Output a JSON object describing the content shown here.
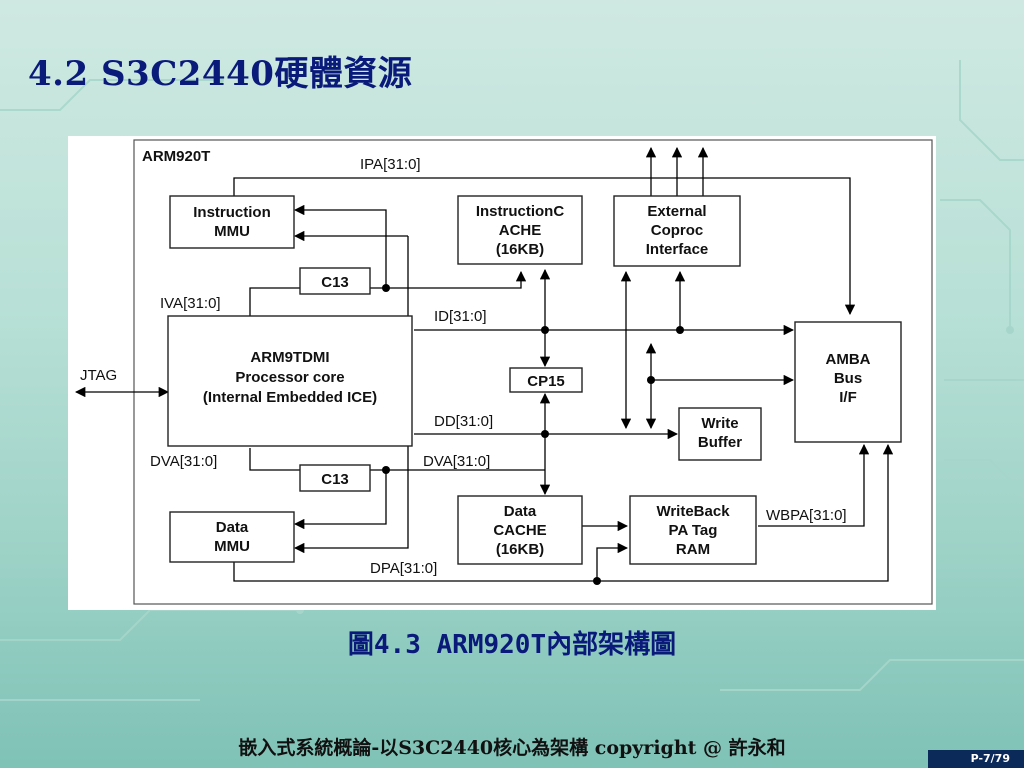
{
  "slide": {
    "title": "4.2 S3C2440硬體資源",
    "caption": "圖4.3  ARM920T內部架構圖",
    "footer": "嵌入式系統概論-以S3C2440核心為架構 copyright @ 許永和",
    "page": "P-7/79"
  },
  "diagram": {
    "frame_label": "ARM920T",
    "blocks": {
      "instruction_mmu": [
        "Instruction",
        "MMU"
      ],
      "instruction_cache": [
        "InstructionC",
        "ACHE",
        "(16KB)"
      ],
      "external_coproc": [
        "External",
        "Coproc",
        "Interface"
      ],
      "c13_top": "C13",
      "c13_bottom": "C13",
      "core": [
        "ARM9TDMI",
        "Processor core",
        "(Internal Embedded ICE)"
      ],
      "cp15": "CP15",
      "amba": [
        "AMBA",
        "Bus",
        "I/F"
      ],
      "write_buffer": [
        "Write",
        "Buffer"
      ],
      "data_cache": [
        "Data",
        "CACHE",
        "(16KB)"
      ],
      "writeback": [
        "WriteBack",
        "PA Tag",
        "RAM"
      ],
      "data_mmu": [
        "Data",
        "MMU"
      ]
    },
    "signals": {
      "ipa": "IPA[31:0]",
      "iva": "IVA[31:0]",
      "id": "ID[31:0]",
      "jtag": "JTAG",
      "dd": "DD[31:0]",
      "dva_left": "DVA[31:0]",
      "dva_right": "DVA[31:0]",
      "wbpa": "WBPA[31:0]",
      "dpa": "DPA[31:0]"
    }
  },
  "colors": {
    "title": "#0a1a7a",
    "background": "#b8e0d6",
    "page_tab": "#0b2a5a"
  }
}
